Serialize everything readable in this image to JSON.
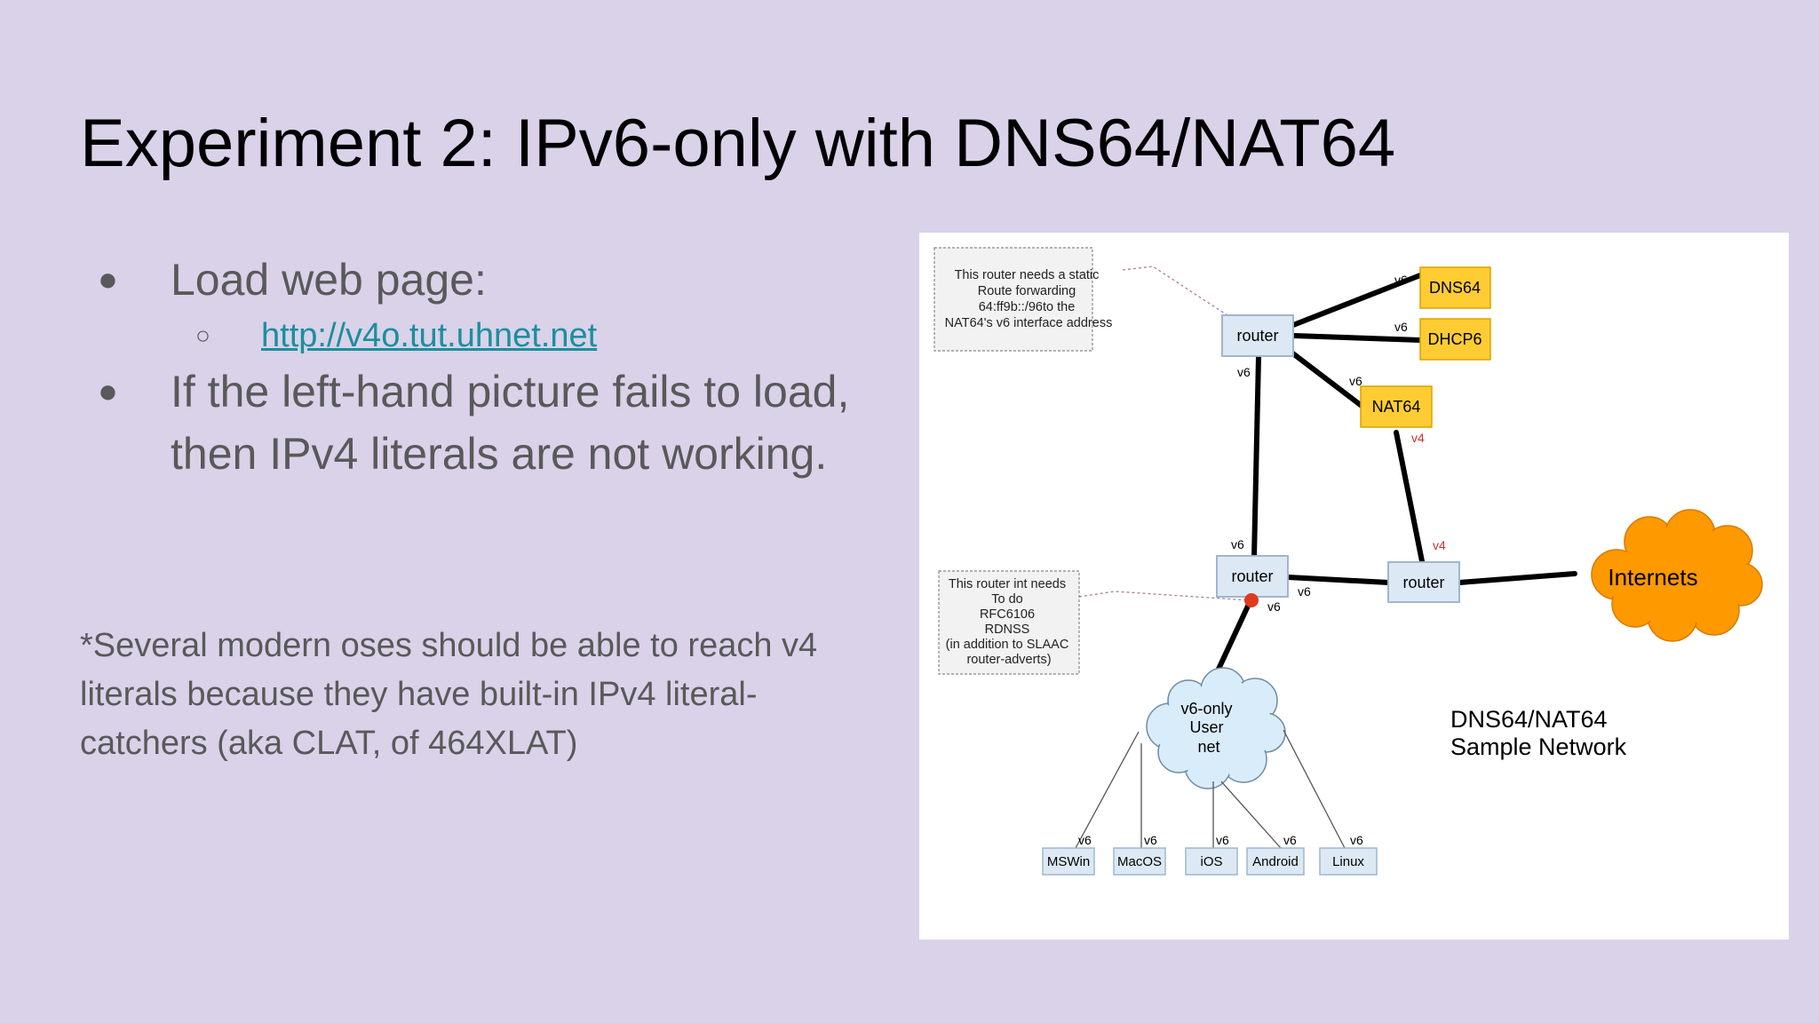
{
  "slide": {
    "title": "Experiment 2: IPv6-only with DNS64/NAT64",
    "bullets": [
      "Load web page:",
      "If the left-hand picture fails to load, then IPv4 literals are not working."
    ],
    "sub_bullet_link": "http://v4o.tut.uhnet.net",
    "footnote": "*Several modern oses should be able to reach v4 literals because they have built-in IPv4 literal-catchers (aka CLAT, of 464XLAT)"
  },
  "diagram": {
    "note_top": [
      "This router needs a static",
      "Route forwarding",
      "64:ff9b::/96to the",
      "NAT64's v6 interface address"
    ],
    "note_mid": [
      "This router int needs",
      "To do",
      "RFC6106",
      "RDNSS",
      "(in addition to SLAAC",
      "router-adverts)"
    ],
    "router_label": "router",
    "dns64": "DNS64",
    "dhcp6": "DHCP6",
    "nat64": "NAT64",
    "internets": "Internets",
    "cloud_lines": [
      "v6-only",
      "User",
      "net"
    ],
    "caption": [
      "DNS64/NAT64",
      "Sample Network"
    ],
    "v6": "v6",
    "v4": "v4",
    "clients": [
      "MSWin",
      "MacOS",
      "iOS",
      "Android",
      "Linux"
    ],
    "colors": {
      "box_fill": "#dce9f5",
      "box_stroke": "#9fb7cc",
      "yellow": "#ffcc33",
      "orange": "#ff9900",
      "cloud": "#d9ecfa",
      "red_label": "#d03030",
      "red_dot": "#e03a1e"
    }
  }
}
